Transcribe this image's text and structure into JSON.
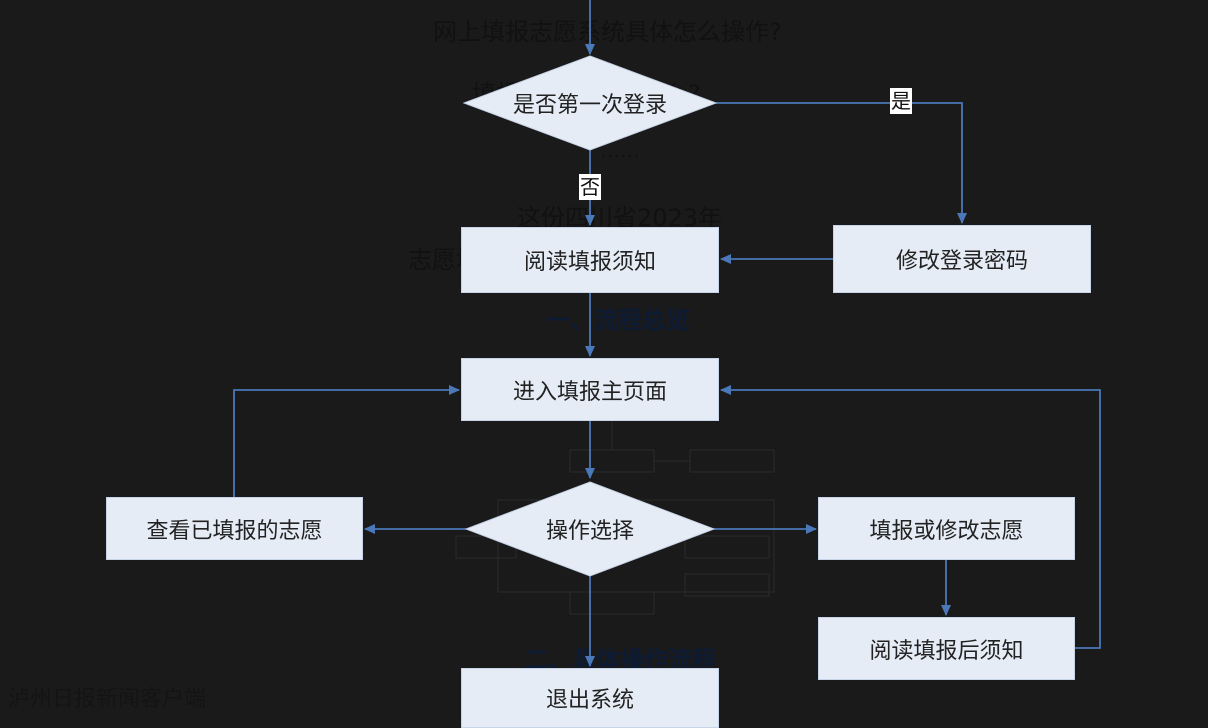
{
  "article": {
    "line1": "网上填报志愿系统具体怎么操作?",
    "line2": "填报时需要注意什么?",
    "line3": "……",
    "line4": "这份四川省2023年",
    "line5": "志愿填报操作流程解析送给您",
    "heading1": "一、流程总览",
    "heading2": "二、具体操作流程"
  },
  "flowchart": {
    "first_login": "是否第一次登录",
    "yes_label": "是",
    "no_label": "否",
    "read_notice": "阅读填报须知",
    "change_password": "修改登录密码",
    "enter_main": "进入填报主页面",
    "operation_choice": "操作选择",
    "view_filled": "查看已填报的志愿",
    "fill_modify": "填报或修改志愿",
    "read_after": "阅读填报后须知",
    "exit_system": "退出系统"
  },
  "colors": {
    "background": "#1a1a1a",
    "node_fill": "#e6ecf5",
    "connector": "#4a78b8"
  },
  "watermark": "泸州日报新闻客户端"
}
